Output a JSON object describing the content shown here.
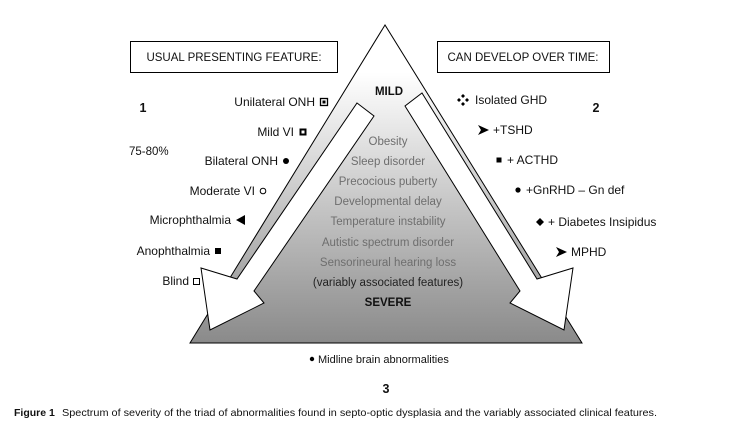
{
  "left_header": "USUAL PRESENTING FEATURE:",
  "right_header": "CAN DEVELOP OVER TIME:",
  "corner_labels": {
    "one": "1",
    "two": "2",
    "three": "3"
  },
  "prevalence": "75-80%",
  "mild_label": "MILD",
  "severe_label": "SEVERE",
  "presenting_features": [
    {
      "label": "Unilateral ONH",
      "marker": "square-with-dot-icon"
    },
    {
      "label": "Mild VI",
      "marker": "inverse-square-icon"
    },
    {
      "label": "Bilateral ONH",
      "marker": "filled-circle-icon"
    },
    {
      "label": "Moderate VI",
      "marker": "open-circle-icon"
    },
    {
      "label": "Microphthalmia",
      "marker": "left-triangle-icon"
    },
    {
      "label": "Anophthalmia",
      "marker": "filled-square-icon"
    },
    {
      "label": "Blind",
      "marker": "open-square-icon"
    }
  ],
  "developing_features": [
    {
      "label": "Isolated GHD",
      "marker": "four-diamond-icon"
    },
    {
      "label": "+TSHD",
      "marker": "arrowhead-icon"
    },
    {
      "label": "+ ACTHD",
      "marker": "filled-square-icon"
    },
    {
      "label": "+GnRHD – Gn def",
      "marker": "filled-circle-icon"
    },
    {
      "label": "+ Diabetes Insipidus",
      "marker": "filled-diamond-icon"
    },
    {
      "label": "MPHD",
      "marker": "arrowhead-icon"
    }
  ],
  "associated_features": [
    "Obesity",
    "Sleep disorder",
    "Precocious puberty",
    "Developmental delay",
    "Temperature instability",
    "Autistic spectrum disorder",
    "Sensorineural hearing loss"
  ],
  "associated_note": "(variably associated features)",
  "base_feature": {
    "label": "Midline brain abnormalities",
    "marker": "bullet-icon"
  },
  "caption": {
    "label": "Figure 1",
    "text": "Spectrum of severity of the triad of abnormalities found in septo-optic dysplasia and the variably associated clinical features."
  },
  "colors": {
    "gradient_top": "#ffffff",
    "gradient_bottom": "#8a8a8a",
    "associated_text": "#6e6e6e",
    "outline": "#000000"
  }
}
